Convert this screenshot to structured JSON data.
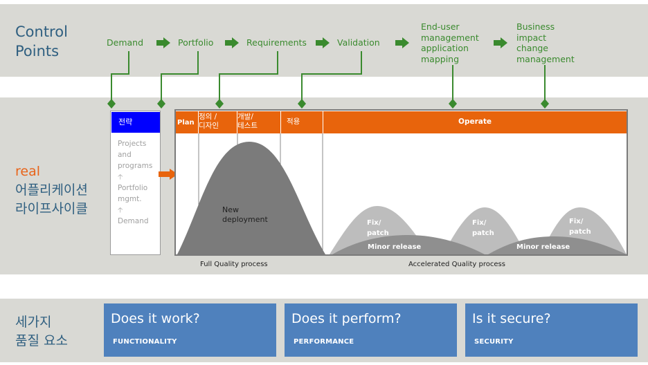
{
  "control_points": {
    "title_line1": "Control",
    "title_line2": "Points",
    "steps": [
      {
        "lines": [
          "Demand"
        ]
      },
      {
        "lines": [
          "Portfolio"
        ]
      },
      {
        "lines": [
          "Requirements"
        ]
      },
      {
        "lines": [
          "Validation"
        ]
      },
      {
        "lines": [
          "End-user",
          "management",
          "application",
          "mapping"
        ]
      },
      {
        "lines": [
          "Business",
          "impact",
          "change",
          "management"
        ]
      }
    ]
  },
  "lifecycle": {
    "title_line1": "real",
    "title_line2": "어플리케이션",
    "title_line3": "라이프사이클",
    "left_header": "전략",
    "left_items": [
      "Projects",
      "and",
      "programs",
      "Portfolio",
      "mgmt.",
      "Demand"
    ],
    "phases": [
      {
        "lines": [
          "Plan"
        ]
      },
      {
        "lines": [
          "정의 /",
          "디자인"
        ]
      },
      {
        "lines": [
          "개발/",
          "테스트"
        ]
      },
      {
        "lines": [
          "적용"
        ]
      },
      {
        "lines": [
          "Operate"
        ]
      }
    ],
    "new_deployment": [
      "New",
      "deployment"
    ],
    "fix_patch": [
      "Fix/",
      "patch"
    ],
    "minor_release": "Minor release",
    "full_quality": "Full Quality process",
    "accelerated_quality": "Accelerated Quality process"
  },
  "quality": {
    "title_line1": "세가지",
    "title_line2": "품질 요소",
    "cards": [
      {
        "question": "Does it work?",
        "category": "FUNCTIONALITY"
      },
      {
        "question": "Does it perform?",
        "category": "PERFORMANCE"
      },
      {
        "question": "Is it secure?",
        "category": "SECURITY"
      }
    ]
  },
  "colors": {
    "green": "#3a8a2e",
    "orange": "#e8640c",
    "blue_card": "#4f81bd",
    "blue_header": "#0000ff",
    "title_blue": "#2f5f80"
  }
}
